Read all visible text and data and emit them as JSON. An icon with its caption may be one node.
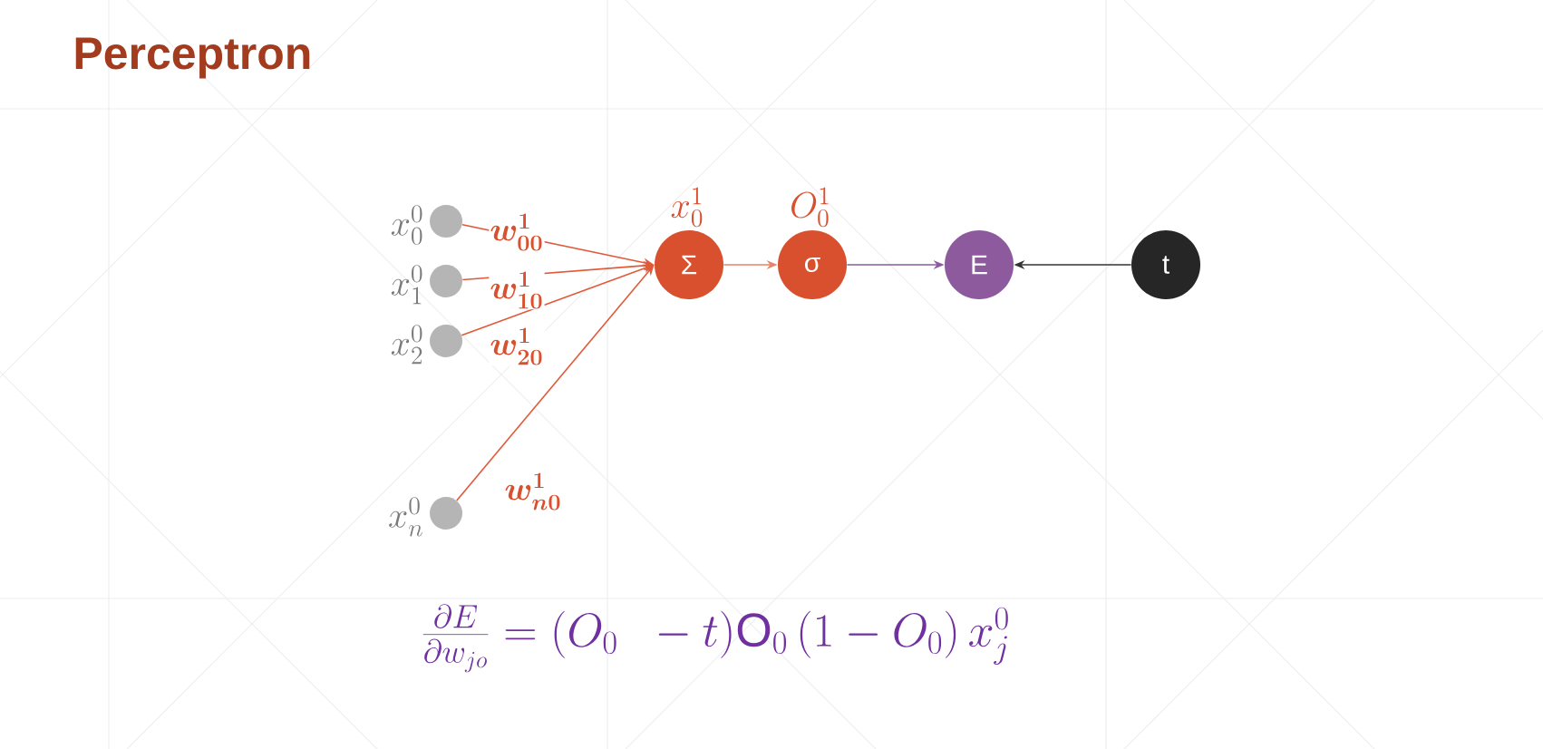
{
  "diagram": {
    "title": "Perceptron",
    "nodes": [
      {
        "text": [],
        "shape": "circle",
        "beside": [
          "x_0^0"
        ]
      },
      {
        "text": [],
        "shape": "circle",
        "beside": [
          "x_1^0"
        ]
      },
      {
        "text": [],
        "shape": "circle",
        "beside": [
          "x_2^0"
        ]
      },
      {
        "text": [],
        "shape": "circle",
        "beside": [
          "x_n^0"
        ]
      },
      {
        "text": [
          "Σ"
        ],
        "beside": [
          "x_0^1"
        ]
      },
      {
        "text": [
          "σ"
        ],
        "beside": [
          "O_0^1"
        ]
      },
      {
        "text": [
          "E"
        ]
      },
      {
        "text": [
          "t"
        ]
      }
    ],
    "edges": [
      {
        "from": 0,
        "to": 4,
        "arrow": "to",
        "label": "w_{00}^1"
      },
      {
        "from": 1,
        "to": 4,
        "arrow": "to",
        "label": "w_{10}^1"
      },
      {
        "from": 2,
        "to": 4,
        "arrow": "to",
        "label": "w_{20}^1"
      },
      {
        "from": 3,
        "to": 4,
        "arrow": "to",
        "label": "w_{n0}^1"
      },
      {
        "from": 4,
        "to": 5,
        "arrow": "to",
        "color": "#e8826a"
      },
      {
        "from": 5,
        "to": 6,
        "arrow": "to",
        "color": "#8e5a9e"
      },
      {
        "from": 7,
        "to": 6,
        "arrow": "to",
        "color": "#333333"
      }
    ],
    "labels": [
      "\\frac{\\partial E}{\\partial w_{jo}} = (O_0 \\;\\; - t)\\mathrm{O}_0\\,(1 - O_0)\\, x_j^0"
    ]
  }
}
